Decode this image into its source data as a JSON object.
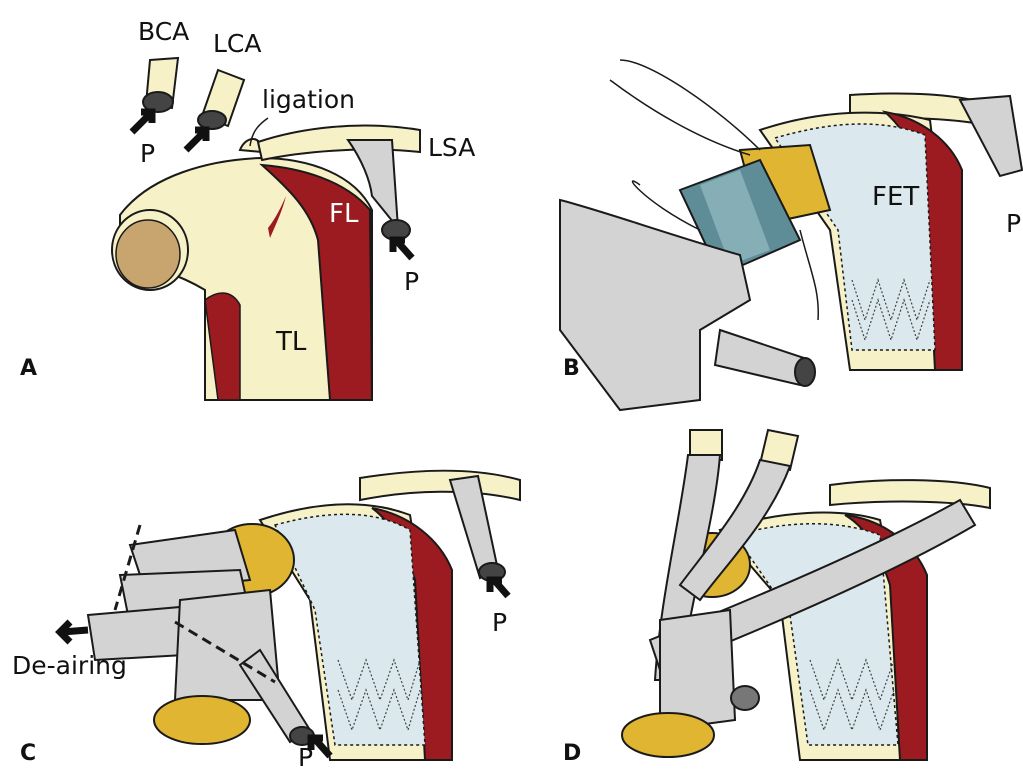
{
  "panels": {
    "a": {
      "letter": "A",
      "bca": "BCA",
      "lca": "LCA",
      "ligation": "ligation",
      "lsa": "LSA",
      "p1": "P",
      "p2": "P",
      "fl": "FL",
      "tl": "TL"
    },
    "b": {
      "letter": "B",
      "fet": "FET",
      "p": "P"
    },
    "c": {
      "letter": "C",
      "deairing": "De-airing",
      "p1": "P",
      "p2": "P"
    },
    "d": {
      "letter": "D"
    }
  },
  "colors": {
    "vessel": "#f7f1c8",
    "false_lumen": "#9b1b20",
    "graft": "#d3d3d3",
    "stent_graft": "#dbe8ee",
    "felt_ring": "#e0b531",
    "outline": "#1a1a1a"
  }
}
